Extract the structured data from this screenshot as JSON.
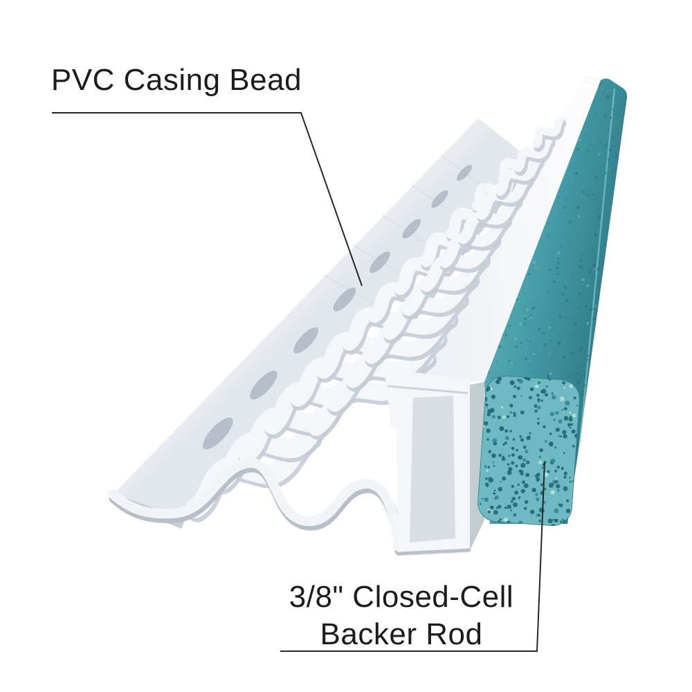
{
  "labels": {
    "casing_bead": {
      "text": "PVC Casing Bead"
    },
    "backer_rod": {
      "line1": "3/8\" Closed-Cell",
      "line2": "Backer Rod"
    }
  },
  "parts": {
    "casing_bead": {
      "label": "PVC Casing Bead",
      "color": "#f3f5f8",
      "shadow_color": "#c4ccd6"
    },
    "backer_rod": {
      "label": "3/8\" Closed-Cell Backer Rod",
      "size": "3/8\"",
      "color": "#4aa2ad",
      "speckle_color": "#1a6570"
    }
  },
  "colors": {
    "background": "#ffffff",
    "text": "#1c1c1e",
    "leader_line": "#262626",
    "pvc_white": "#f3f5f8",
    "pvc_shadow": "#c4ccd6",
    "rod_teal_light": "#66b5be",
    "rod_teal_dark": "#2b7884"
  }
}
